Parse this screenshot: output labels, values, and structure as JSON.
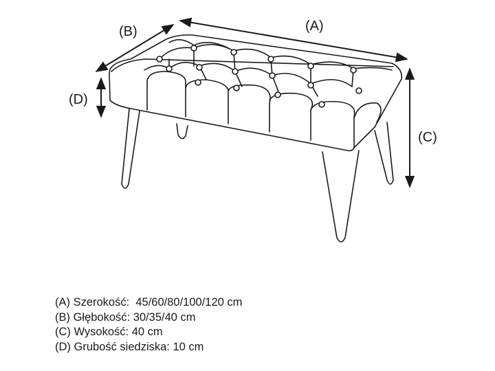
{
  "labels": {
    "a": "(A)",
    "b": "(B)",
    "c": "(C)",
    "d": "(D)"
  },
  "legend": [
    "(A) Szerokość:  45/60/80/100/120 cm",
    "(B) Głębokość: 30/35/40 cm",
    "(C) Wysokość: 40 cm",
    "(D) Grubość siedziska: 10 cm"
  ],
  "colors": {
    "line": "#1a1a1a",
    "background": "#ffffff"
  }
}
